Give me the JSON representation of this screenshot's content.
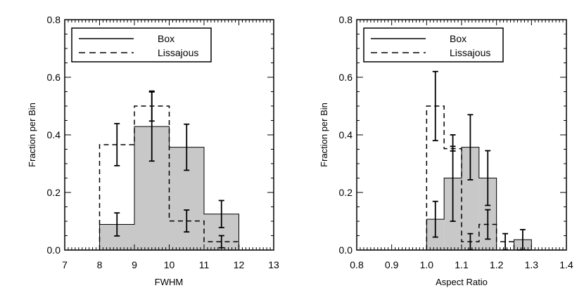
{
  "chart_data": [
    {
      "type": "bar",
      "histogram": true,
      "xlabel": "FWHM",
      "ylabel": "Fraction per Bin",
      "xlim": [
        7,
        13
      ],
      "ylim": [
        0,
        0.8
      ],
      "xticks": [
        "7",
        "8",
        "9",
        "10",
        "11",
        "12",
        "13"
      ],
      "yticks": [
        "0.0",
        "0.2",
        "0.4",
        "0.6",
        "0.8"
      ],
      "legend_position": "top-left",
      "series": [
        {
          "name": "Box",
          "style": "solid-filled",
          "fill": "#c8c8c8",
          "bin_edges": [
            8,
            9,
            10,
            11,
            12
          ],
          "values": [
            0.089,
            0.429,
            0.357,
            0.125
          ],
          "errors": [
            0.04,
            0.12,
            0.08,
            0.047
          ]
        },
        {
          "name": "Lissajous",
          "style": "dashed",
          "bin_edges": [
            8,
            9,
            10,
            11,
            12
          ],
          "values": [
            0.366,
            0.5,
            0.101,
            0.029
          ],
          "errors": [
            0.073,
            0.052,
            0.038,
            0.021
          ]
        }
      ]
    },
    {
      "type": "bar",
      "histogram": true,
      "xlabel": "Aspect Ratio",
      "ylabel": "Fraction per Bin",
      "xlim": [
        0.8,
        1.4
      ],
      "ylim": [
        0,
        0.8
      ],
      "xticks": [
        "0.8",
        "0.9",
        "1.0",
        "1.1",
        "1.2",
        "1.3",
        "1.4"
      ],
      "yticks": [
        "0.0",
        "0.2",
        "0.4",
        "0.6",
        "0.8"
      ],
      "legend_position": "top-left",
      "series": [
        {
          "name": "Box",
          "style": "solid-filled",
          "fill": "#c8c8c8",
          "bin_edges": [
            1.0,
            1.05,
            1.1,
            1.15,
            1.2,
            1.25,
            1.3
          ],
          "values": [
            0.107,
            0.25,
            0.357,
            0.25,
            0,
            0.036
          ],
          "errors": [
            0.062,
            0.15,
            0.113,
            0.095,
            0,
            0.035
          ]
        },
        {
          "name": "Lissajous",
          "style": "dashed",
          "bin_edges": [
            1.0,
            1.05,
            1.1,
            1.15,
            1.2,
            1.25,
            1.3
          ],
          "values": [
            0.5,
            0.352,
            0.029,
            0.089,
            0.029,
            0
          ],
          "errors": [
            0.12,
            0.008,
            0.028,
            0.051,
            0.028,
            0
          ]
        }
      ]
    }
  ]
}
